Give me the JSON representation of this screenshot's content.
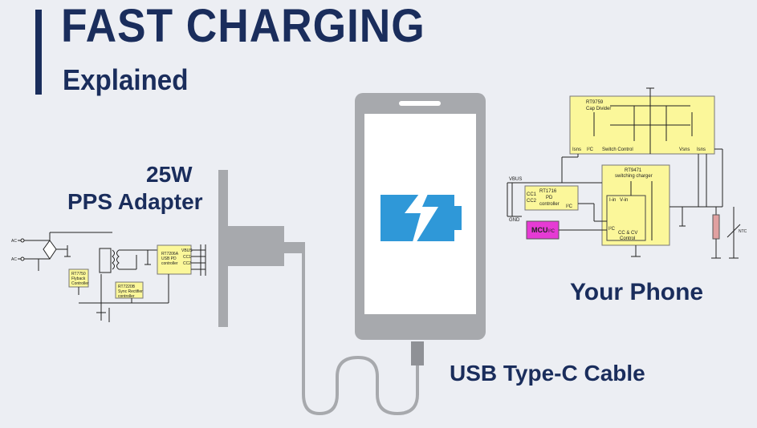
{
  "header": {
    "title": "FAST CHARGING",
    "subtitle": "Explained"
  },
  "labels": {
    "adapter_line1": "25W",
    "adapter_line2": "PPS Adapter",
    "phone": "Your Phone",
    "cable": "USB Type-C Cable"
  },
  "adapter_schematic": {
    "ac_top": "AC",
    "ac_bottom": "AC",
    "flyback": [
      "RT7750",
      "Flyback",
      "Controller"
    ],
    "sync_rect": [
      "RT7220B",
      "Sync Rectifier",
      "controller"
    ],
    "pd": [
      "RT7206A",
      "USB PD",
      "controller"
    ],
    "pins": [
      "VBUS",
      "CC1",
      "CC2"
    ]
  },
  "phone_schematic": {
    "cap_divider": [
      "RT9759",
      "Cap Divider"
    ],
    "isns_left": "Isns",
    "i2c_top": "I²C",
    "switch_control": "Switch Control",
    "vsns": "Vsns",
    "isns_right": "Isns",
    "switching_charger": [
      "RT9471",
      "switching charger"
    ],
    "vbus": "VBUS",
    "gnd": "GND",
    "pd_ctrl": [
      "RT1716",
      "PD",
      "controller"
    ],
    "cc1": "CC1",
    "cc2": "CC2",
    "i2c_pd": "I²C",
    "iin": "I-in",
    "vin": "V-in",
    "i2c_ctrl": "I²C",
    "cccv": [
      "CC & CV",
      "Control"
    ],
    "mcu": "MCU",
    "i2c_mcu": "I²C",
    "ntc": "NTC"
  },
  "colors": {
    "title": "#1a2d5c",
    "background": "#eceef3",
    "device_gray": "#a7a9ad",
    "screen": "#ffffff",
    "battery_blue": "#2f98d8",
    "chip_yellow": "#fbf79a",
    "mcu_magenta": "#e63bd4"
  },
  "icons": {
    "battery": "battery-charging-icon"
  }
}
